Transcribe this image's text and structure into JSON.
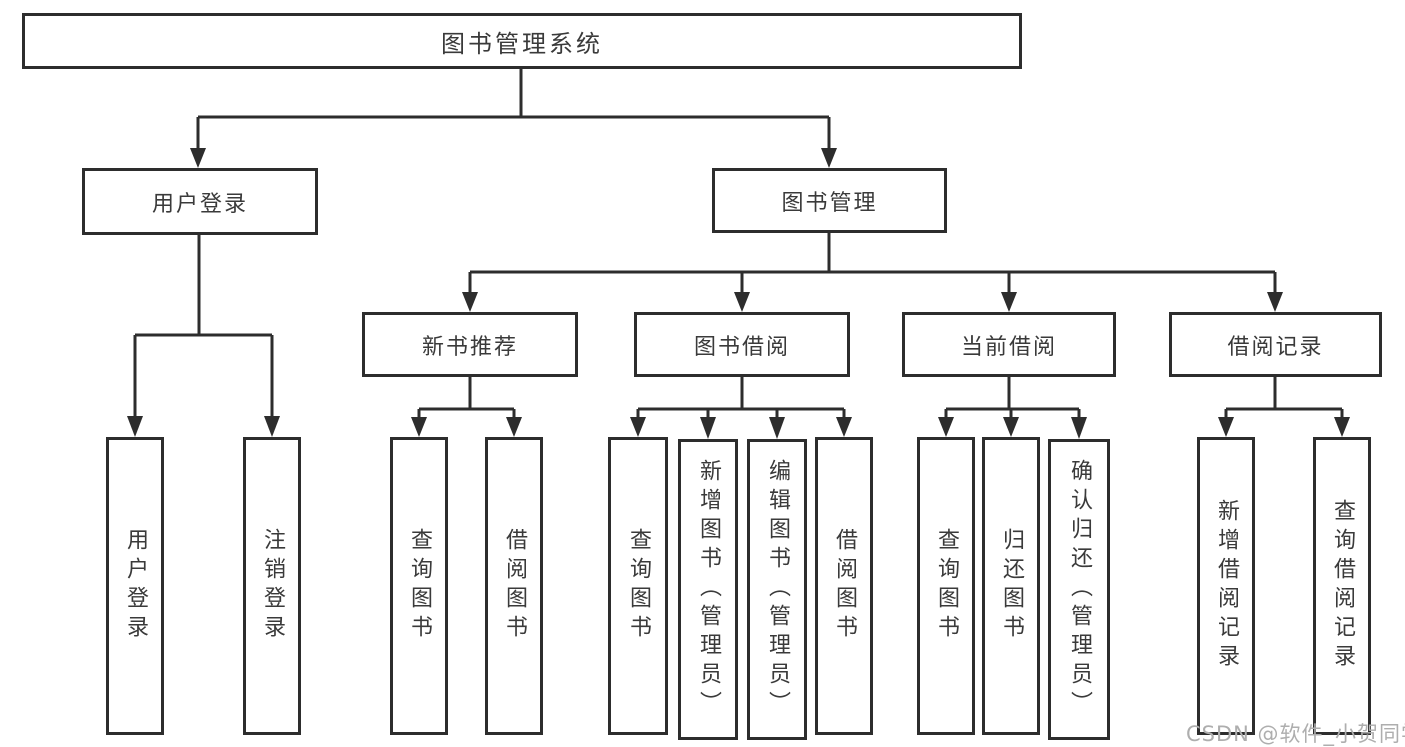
{
  "nodes": {
    "root": {
      "label": "图书管理系统"
    },
    "user_login": {
      "label": "用户登录",
      "children": {
        "login": {
          "label": "用户登录"
        },
        "logout": {
          "label": "注销登录"
        }
      }
    },
    "book_mgmt": {
      "label": "图书管理",
      "children": {
        "new_book_rec": {
          "label": "新书推荐",
          "children": {
            "query_book": {
              "label": "查询图书"
            },
            "borrow_book": {
              "label": "借阅图书"
            }
          }
        },
        "book_borrow": {
          "label": "图书借阅",
          "children": {
            "query_book": {
              "label": "查询图书"
            },
            "add_book": {
              "label": "新增图书（管理员）"
            },
            "edit_book": {
              "label": "编辑图书（管理员）"
            },
            "borrow_book": {
              "label": "借阅图书"
            }
          }
        },
        "current_borrow": {
          "label": "当前借阅",
          "children": {
            "query_book": {
              "label": "查询图书"
            },
            "return_book": {
              "label": "归还图书"
            },
            "confirm_return": {
              "label": "确认归还（管理员）"
            }
          }
        },
        "borrow_record": {
          "label": "借阅记录",
          "children": {
            "add_record": {
              "label": "新增借阅记录"
            },
            "query_record": {
              "label": "查询借阅记录"
            }
          }
        }
      }
    }
  },
  "watermark": {
    "text": "CSDN @软件_小贺同学"
  },
  "colors": {
    "line": "#2d2d2d",
    "border": "#2d2d2d",
    "text": "#3a3a3a",
    "watermark": "#aeaeae",
    "background": "#ffffff"
  }
}
